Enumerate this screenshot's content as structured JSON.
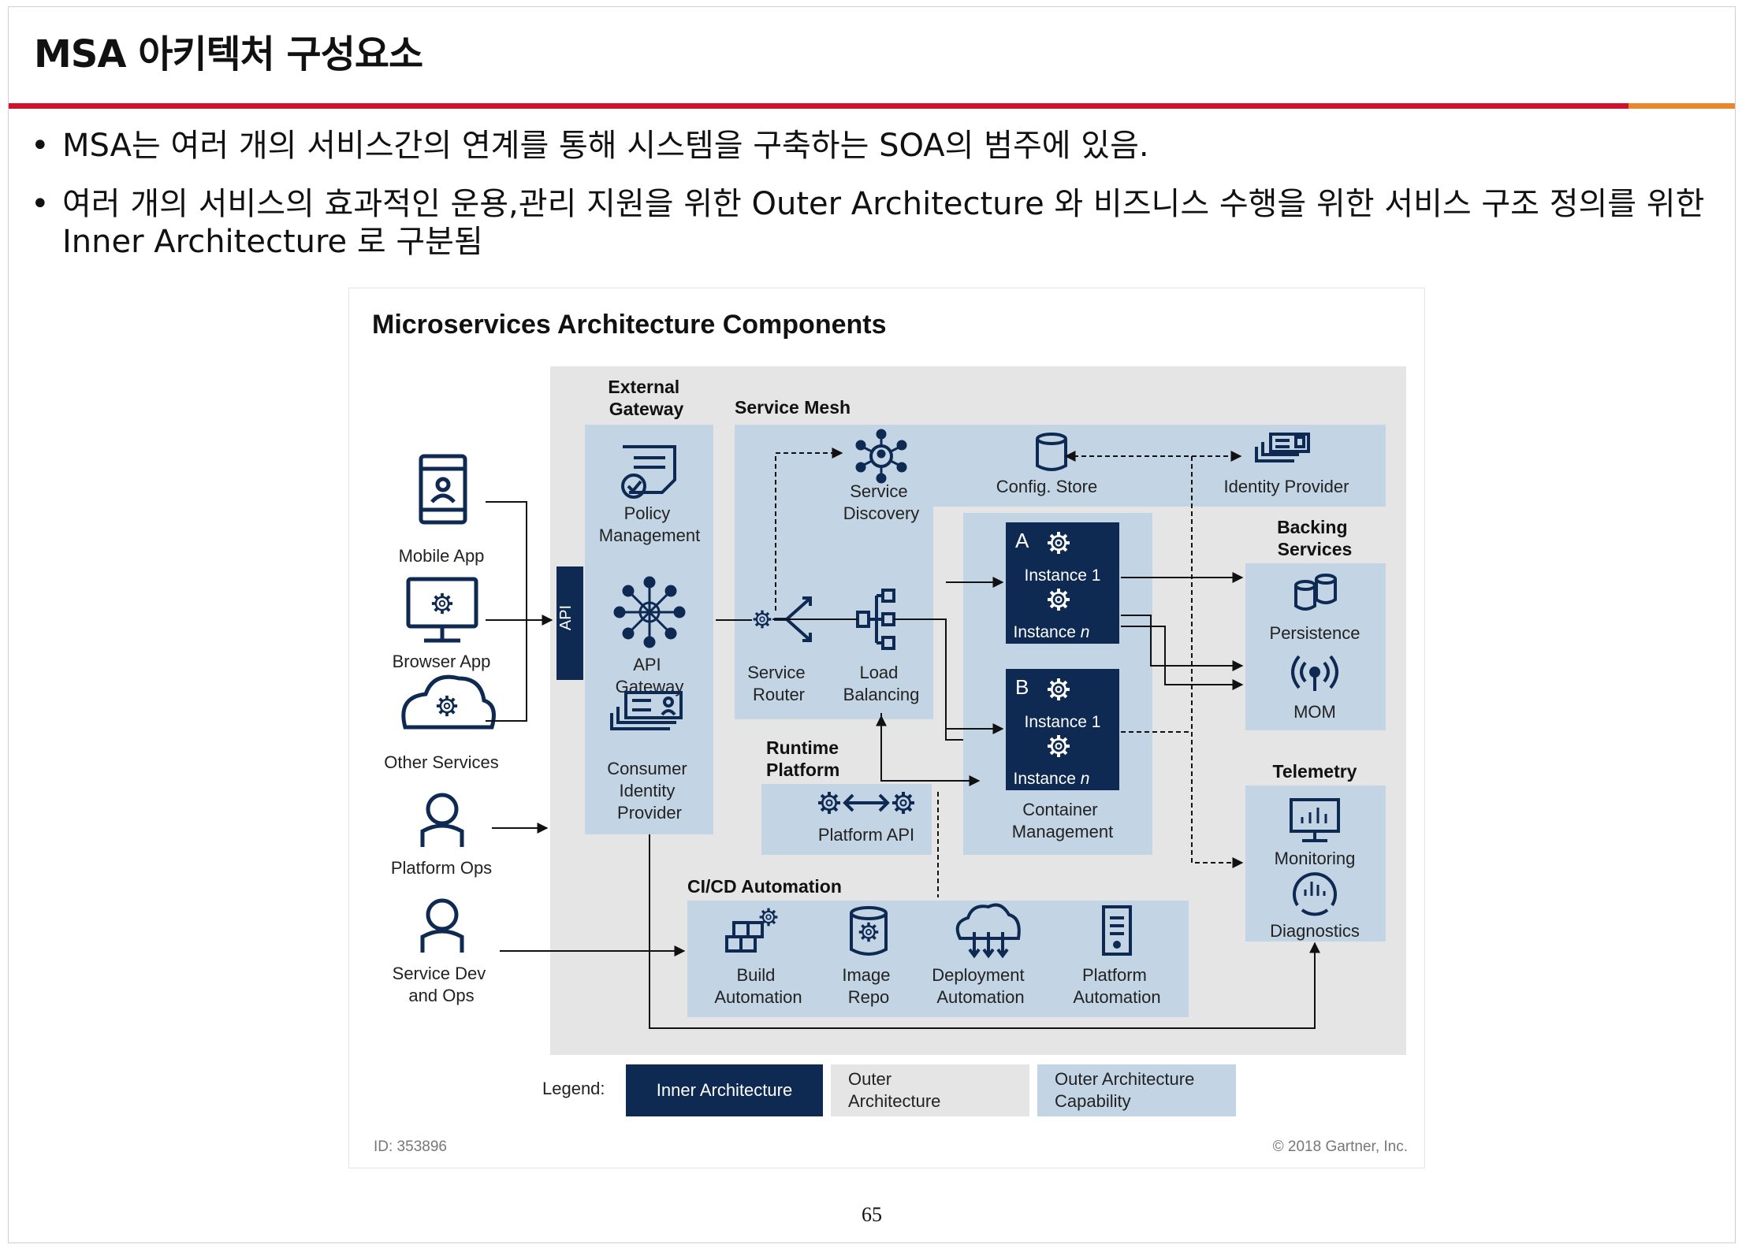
{
  "slide": {
    "title": "MSA 아키텍처 구성요소",
    "bullets": [
      "MSA는 여러 개의 서비스간의 연계를 통해 시스템을 구축하는 SOA의 범주에 있음.",
      "여러 개의 서비스의 효과적인 운용,관리 지원을 위한 Outer Architecture 와 비즈니스 수행을 위한 서비스 구조 정의를 위한\nInner Architecture 로 구분됨"
    ],
    "page_number": "65"
  },
  "figure": {
    "title": "Microservices Architecture Components",
    "consumers": [
      "Mobile App",
      "Browser App",
      "Other Services",
      "Platform Ops",
      "Service Dev",
      "and Ops"
    ],
    "api_label": "API",
    "external_gateway": {
      "heading": [
        "External",
        "Gateway"
      ],
      "policy": [
        "Policy",
        "Management"
      ],
      "api_gateway": [
        "API",
        "Gateway"
      ],
      "identity": [
        "Consumer",
        "Identity",
        "Provider"
      ]
    },
    "service_mesh": {
      "heading": "Service Mesh",
      "discovery": [
        "Service",
        "Discovery"
      ],
      "config_store": "Config. Store",
      "identity_provider": "Identity Provider",
      "router": [
        "Service",
        "Router"
      ],
      "load_balancing": [
        "Load",
        "Balancing"
      ]
    },
    "runtime": {
      "heading": [
        "Runtime",
        "Platform"
      ],
      "platform_api": "Platform API"
    },
    "containers": {
      "a_letter": "A",
      "b_letter": "B",
      "instance_1": "Instance 1",
      "instance_n": "Instance ",
      "instance_n_italic": "n",
      "label": [
        "Container",
        "Management"
      ]
    },
    "backing": {
      "heading": [
        "Backing",
        "Services"
      ],
      "persistence": "Persistence",
      "mom": "MOM"
    },
    "telemetry": {
      "heading": "Telemetry",
      "monitoring": "Monitoring",
      "diagnostics": "Diagnostics"
    },
    "cicd": {
      "heading": "CI/CD Automation",
      "build": [
        "Build",
        "Automation"
      ],
      "image": [
        "Image",
        "Repo"
      ],
      "deployment": [
        "Deployment",
        "Automation"
      ],
      "platform": [
        "Platform",
        "Automation"
      ]
    },
    "legend": {
      "label": "Legend:",
      "inner": "Inner Architecture",
      "outer": [
        "Outer",
        "Architecture"
      ],
      "capability": [
        "Outer Architecture",
        "Capability"
      ]
    },
    "footer_id": "ID: 353896",
    "copyright": "© 2018 Gartner, Inc.",
    "colors": {
      "inner": "#0e2a52",
      "outer": "#e5e5e5",
      "capability": "#c3d4e4",
      "accent_red": "#d3102a",
      "accent_orange": "#e8872e"
    }
  }
}
